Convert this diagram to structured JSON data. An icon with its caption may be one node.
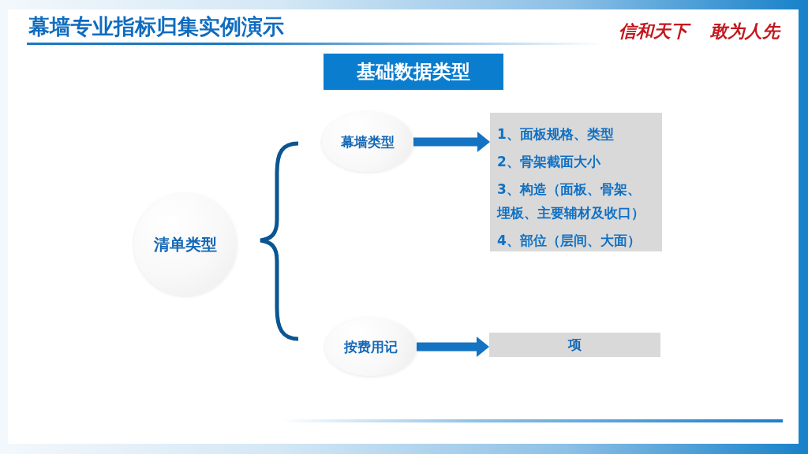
{
  "diagram": {
    "title": "幕墙专业指标归集实例演示",
    "nodes": [
      {
        "text": [
          "基础数据类型"
        ]
      },
      {
        "text": [
          "清单类型"
        ]
      },
      {
        "text": [
          "幕墙类型"
        ]
      },
      {
        "text": [
          "1、面板规格、类型",
          "2、骨架截面大小",
          "3、构造（面板、骨架、埋板、主要辅材及收口）",
          "4、部位（层间、大面）"
        ]
      },
      {
        "text": [
          "按费用记"
        ]
      },
      {
        "text": [
          "项"
        ]
      }
    ],
    "edges": [
      {
        "from": 2,
        "to": 3,
        "arrow": "to"
      },
      {
        "from": 4,
        "to": 5,
        "arrow": "to"
      }
    ],
    "labels": [
      "信和天下",
      "敢为人先"
    ]
  }
}
